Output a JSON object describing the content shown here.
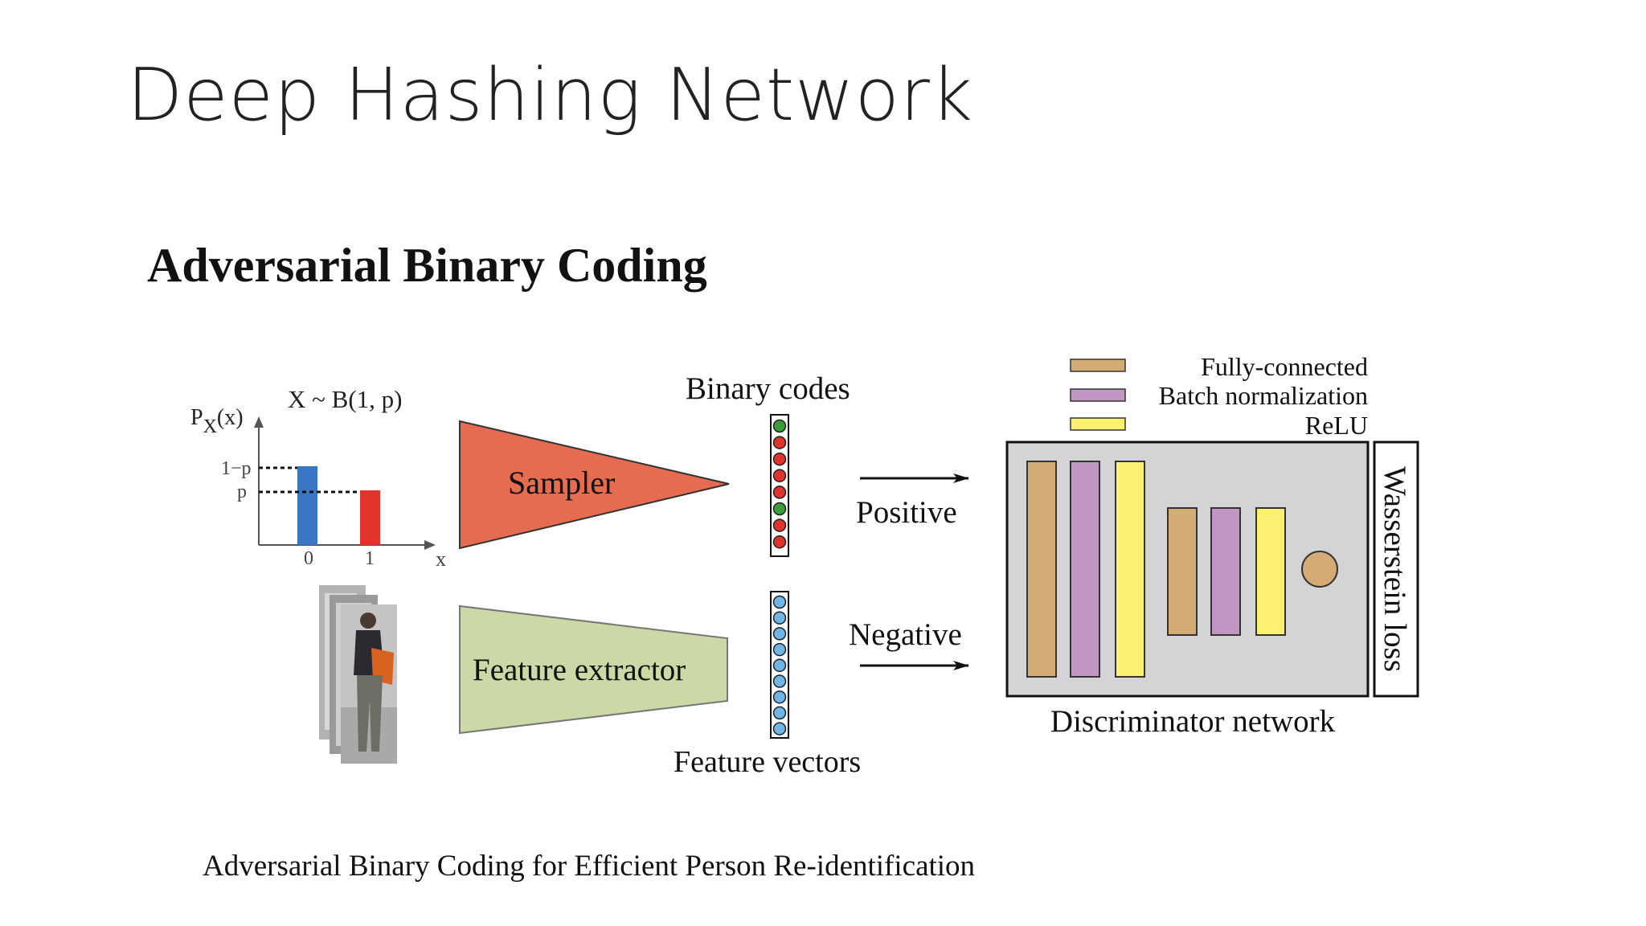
{
  "slide": {
    "title": "Deep Hashing Network",
    "subtitle": "Adversarial Binary Coding",
    "caption": "Adversarial Binary Coding for Efficient Person Re-identification"
  },
  "diagram": {
    "distribution": {
      "y_label_main": "P",
      "y_label_sub": "X",
      "y_label_arg": "(x)",
      "formula": "X ~ B(1, p)",
      "tick_1mp": "1−p",
      "tick_p": "p",
      "tick_0": "0",
      "tick_1": "1",
      "x_label": "x",
      "bars": [
        {
          "category": "0",
          "height": "1−p",
          "color": "#3a76c4"
        },
        {
          "category": "1",
          "height": "p",
          "color": "#e0332c"
        }
      ]
    },
    "sampler": {
      "label": "Sampler",
      "color": "#e56c50"
    },
    "feature_extractor": {
      "label": "Feature extractor",
      "color": "#cad9a5"
    },
    "binary_codes": {
      "label": "Binary codes",
      "dots": [
        "#3a9c3a",
        "#e0332c",
        "#e0332c",
        "#e0332c",
        "#e0332c",
        "#3a9c3a",
        "#e0332c",
        "#e0332c"
      ]
    },
    "feature_vectors": {
      "label": "Feature vectors",
      "count": 9,
      "color": "#6fb6e6"
    },
    "arrows": {
      "positive": "Positive",
      "negative": "Negative"
    },
    "legend": [
      {
        "label": "Fully-connected",
        "color": "#d3ab74"
      },
      {
        "label": "Batch normalization",
        "color": "#c296c3"
      },
      {
        "label": "ReLU",
        "color": "#fbf06f"
      }
    ],
    "discriminator": {
      "label": "Discriminator network",
      "background": "#d4d4d6",
      "layers": [
        "#d3ab74",
        "#c296c3",
        "#fbf06f",
        "#d3ab74",
        "#c296c3",
        "#fbf06f"
      ],
      "output_color": "#d3ab74"
    },
    "loss": {
      "label": "Wasserstein loss"
    }
  }
}
